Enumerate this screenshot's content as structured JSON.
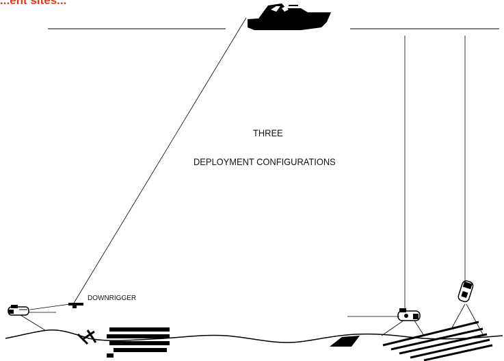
{
  "heading": {
    "text": "...ent sites...",
    "color": "#e8361d"
  },
  "diagram": {
    "title_line1": "THREE",
    "title_line2": "DEPLOYMENT CONFIGURATIONS",
    "downrigger_label": "DOWNRIGGER"
  },
  "colors": {
    "ink": "#000000",
    "background": "#ffffff"
  }
}
